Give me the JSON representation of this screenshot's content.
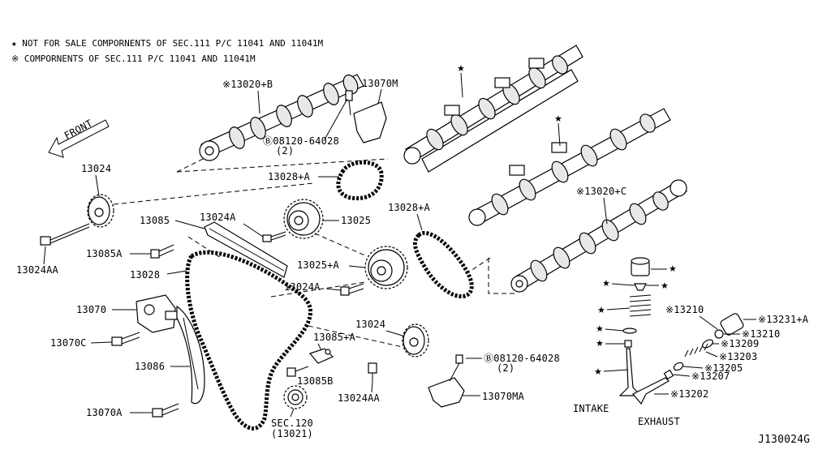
{
  "header": {
    "note_star": "★ NOT FOR SALE COMPORNENTS OF SEC.111 P/C 11041 AND 11041M",
    "note_ast": "※ COMPORNENTS OF SEC.111 P/C 11041 AND 11041M"
  },
  "symbols": {
    "star": "★"
  },
  "front_label": "FRONT",
  "diagram_code": "J130024G",
  "labels": {
    "l13020b": "※13020+B",
    "l13070m": "13070M",
    "l08120a": "Ⓑ08120-64028",
    "l08120a_q": "(2)",
    "l13024_top": "13024",
    "l13028a_top": "13028+A",
    "l13025": "13025",
    "l13024a_top": "13024A",
    "l13085": "13085",
    "l13085a": "13085A",
    "l13024aa_left": "13024AA",
    "l13028": "13028",
    "l13025a": "13025+A",
    "l13024a_mid": "13024A",
    "l13028a_mid": "13028+A",
    "l13020c": "※13020+C",
    "l13070": "13070",
    "l13070c": "13070C",
    "l13085plusa": "13085+A",
    "l13024_mid": "13024",
    "l13086": "13086",
    "l13085b": "13085B",
    "l13024aa_mid": "13024AA",
    "l08120b": "Ⓑ08120-64028",
    "l08120b_q": "(2)",
    "l13070ma": "13070MA",
    "l13070a": "13070A",
    "l_sec120": "SEC.120",
    "l_sec120_sub": "(13021)",
    "l13210_a": "※13210",
    "l13231a": "※13231+A",
    "l13210_b": "※13210",
    "l13209": "※13209",
    "l13203": "※13203",
    "l13205": "※13205",
    "l13207": "※13207",
    "l13202": "※13202",
    "l_intake": "INTAKE",
    "l_exhaust": "EXHAUST"
  }
}
